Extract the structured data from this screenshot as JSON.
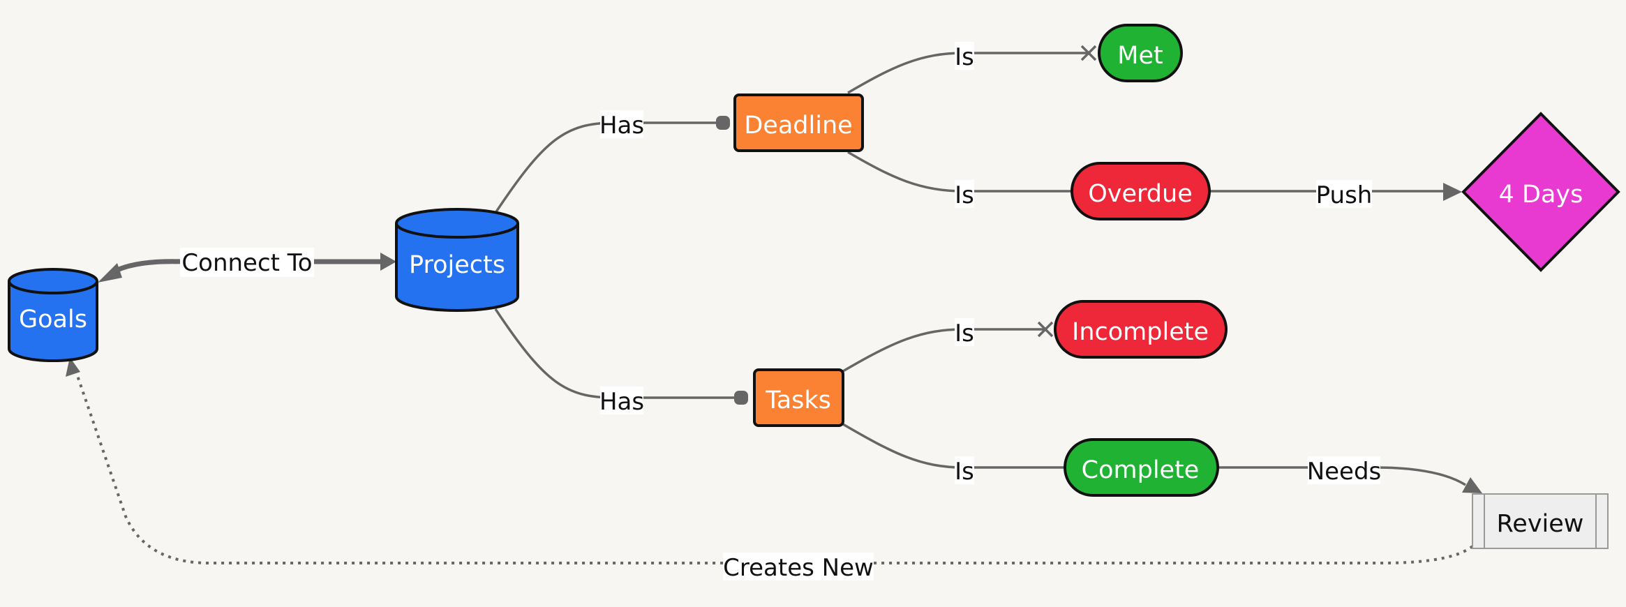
{
  "colors": {
    "background": "#f7f6f3",
    "database": "#2472ef",
    "process": "#fb8233",
    "positive": "#1fb233",
    "negative": "#ee2839",
    "diamond": "#e83ad1",
    "subroutine": "#eeeeee",
    "edge": "#666666"
  },
  "nodes": {
    "goals": "Goals",
    "projects": "Projects",
    "deadline": "Deadline",
    "tasks": "Tasks",
    "met": "Met",
    "overdue": "Overdue",
    "incomplete": "Incomplete",
    "complete": "Complete",
    "four_days": "4 Days",
    "review": "Review"
  },
  "edges": {
    "connect_to": "Connect To",
    "has_deadline": "Has",
    "has_tasks": "Has",
    "is_met": "Is",
    "is_overdue": "Is",
    "is_incomplete": "Is",
    "is_complete": "Is",
    "push": "Push",
    "needs": "Needs",
    "creates_new": "Creates New"
  }
}
